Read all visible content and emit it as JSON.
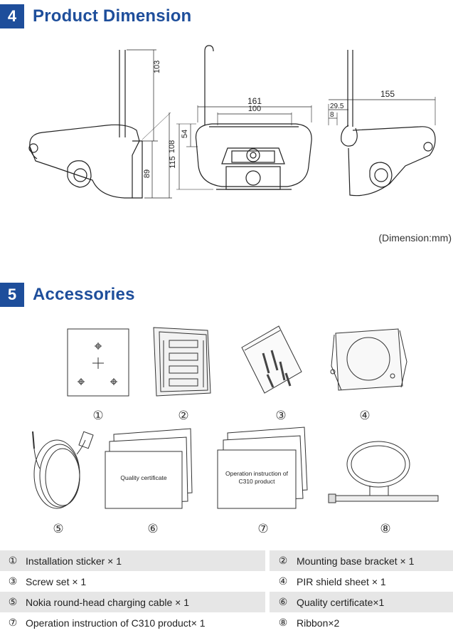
{
  "section4": {
    "number": "4",
    "title": "Product Dimension"
  },
  "dimensions": {
    "side_height": "103",
    "side_total": "115",
    "side_base": "89",
    "front_width": "161",
    "front_inner": "100",
    "front_height": "108",
    "front_upper": "54",
    "rear_width": "155",
    "rear_offset": "29.5",
    "rear_small": "8",
    "unit_note": "(Dimension:mm)"
  },
  "section5": {
    "number": "5",
    "title": "Accessories"
  },
  "accessory_cards": {
    "quality_card": "Quality certificate",
    "instruction_card_line1": "Operation instruction of",
    "instruction_card_line2": "C310 product"
  },
  "accessory_numbers": [
    "①",
    "②",
    "③",
    "④",
    "⑤",
    "⑥",
    "⑦",
    "⑧"
  ],
  "table": [
    {
      "left_mark": "①",
      "left": "Installation sticker × 1",
      "right_mark": "②",
      "right": "Mounting base bracket × 1"
    },
    {
      "left_mark": "③",
      "left": "Screw set × 1",
      "right_mark": "④",
      "right": "PIR shield sheet × 1"
    },
    {
      "left_mark": "⑤",
      "left": "Nokia round-head charging cable  × 1",
      "right_mark": "⑥",
      "right": "Quality certificate×1"
    },
    {
      "left_mark": "⑦",
      "left": "Operation instruction of C310 product× 1",
      "right_mark": "⑧",
      "right": "Ribbon×2"
    }
  ]
}
